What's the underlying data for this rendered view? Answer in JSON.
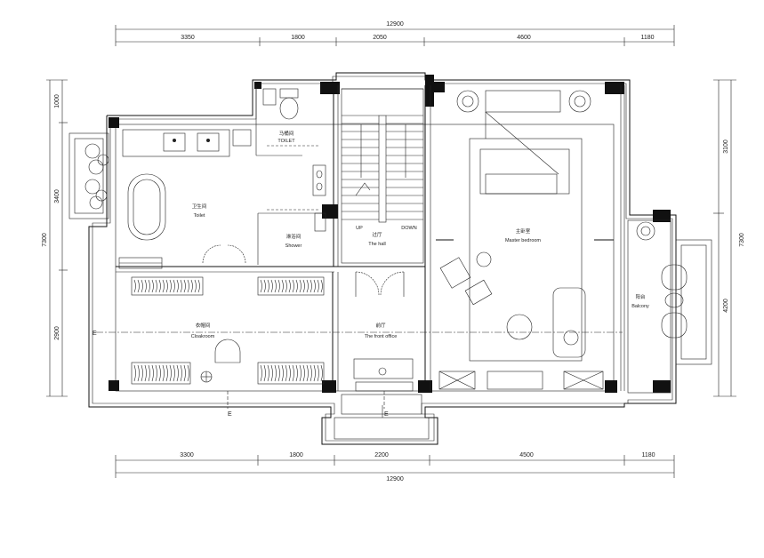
{
  "dimensions": {
    "top_total": "12900",
    "top_segments": [
      "3350",
      "1800",
      "2050",
      "4600",
      "1180"
    ],
    "bottom_segments": [
      "3300",
      "1800",
      "2200",
      "4500",
      "1180"
    ],
    "bottom_total": "12900",
    "left_segments": [
      "1000",
      "3400",
      "2900"
    ],
    "left_total": "7300",
    "right_segments": [
      "3100",
      "4200"
    ],
    "right_total": "7300"
  },
  "rooms": {
    "toilet": {
      "cn": "马桶间",
      "en": "TOILET"
    },
    "bath": {
      "cn": "卫生间",
      "en": "Toilet"
    },
    "shower": {
      "cn": "淋浴间",
      "en": "Shower"
    },
    "hall": {
      "cn": "过厅",
      "en": "The hall"
    },
    "cloakroom": {
      "cn": "衣帽间",
      "en": "Cloakroom"
    },
    "office": {
      "cn": "前厅",
      "en": "The front office"
    },
    "master": {
      "cn": "主卧室",
      "en": "Master bedroom"
    },
    "balcony": {
      "cn": "阳台",
      "en": "Balcony"
    }
  },
  "stairs": {
    "up": "UP",
    "down": "DOWN"
  },
  "axis_marks": {
    "axis": "E",
    "axis_alt": "E"
  }
}
